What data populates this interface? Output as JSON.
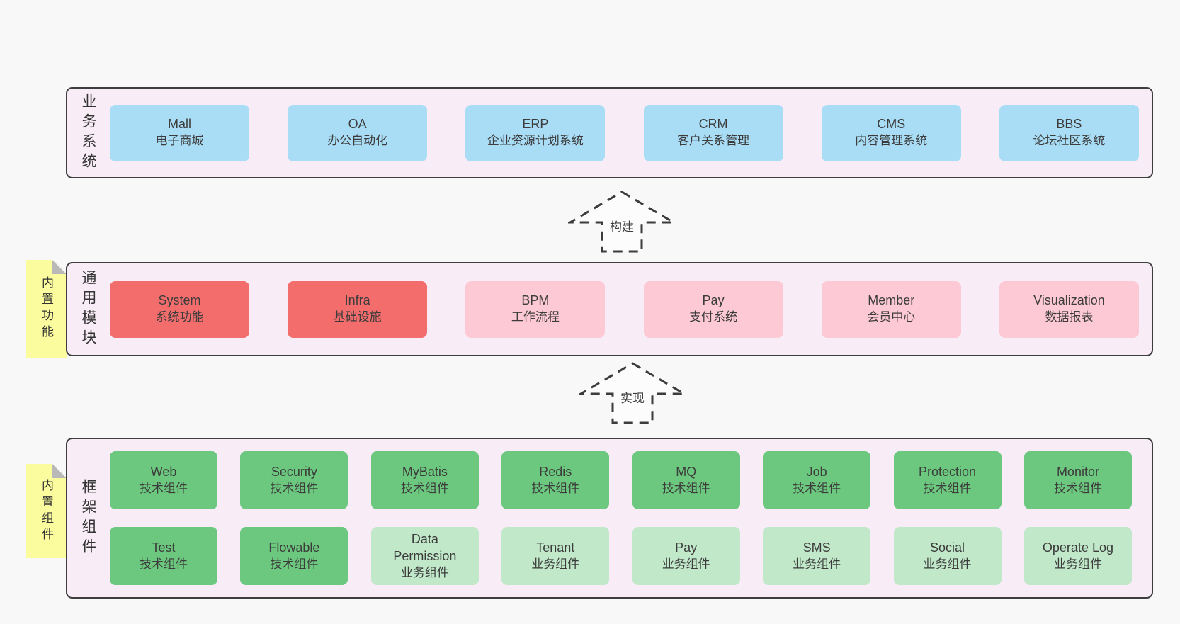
{
  "colors": {
    "page_bg": "#f8f8f8",
    "band_bg": "#f8edf6",
    "band_border": "#3e3e3e",
    "blue_box": "#a9ddf6",
    "red_box": "#f36d6d",
    "pink_box": "#fcc9d4",
    "green_box": "#6cc87e",
    "green_light_box": "#c0e8c9",
    "sticky_yellow": "#fbfc9d",
    "sticky_fold": "#b9b9b9",
    "text": "#3c3c3c"
  },
  "arrows": [
    {
      "label": "构建"
    },
    {
      "label": "实现"
    }
  ],
  "bands": [
    {
      "label": "业务系统",
      "boxes": [
        {
          "en": "Mall",
          "zh": "电子商城",
          "type": "blue"
        },
        {
          "en": "OA",
          "zh": "办公自动化",
          "type": "blue"
        },
        {
          "en": "ERP",
          "zh": "企业资源计划系统",
          "type": "blue"
        },
        {
          "en": "CRM",
          "zh": "客户关系管理",
          "type": "blue"
        },
        {
          "en": "CMS",
          "zh": "内容管理系统",
          "type": "blue"
        },
        {
          "en": "BBS",
          "zh": "论坛社区系统",
          "type": "blue"
        }
      ]
    },
    {
      "label": "通用模块",
      "sticky": "内置功能",
      "boxes": [
        {
          "en": "System",
          "zh": "系统功能",
          "type": "red"
        },
        {
          "en": "Infra",
          "zh": "基础设施",
          "type": "red"
        },
        {
          "en": "BPM",
          "zh": "工作流程",
          "type": "pink"
        },
        {
          "en": "Pay",
          "zh": "支付系统",
          "type": "pink"
        },
        {
          "en": "Member",
          "zh": "会员中心",
          "type": "pink"
        },
        {
          "en": "Visualization",
          "zh": "数据报表",
          "type": "pink"
        }
      ]
    },
    {
      "label": "框架组件",
      "sticky": "内置组件",
      "rows": [
        [
          {
            "en": "Web",
            "zh": "技术组件",
            "type": "green"
          },
          {
            "en": "Security",
            "zh": "技术组件",
            "type": "green"
          },
          {
            "en": "MyBatis",
            "zh": "技术组件",
            "type": "green"
          },
          {
            "en": "Redis",
            "zh": "技术组件",
            "type": "green"
          },
          {
            "en": "MQ",
            "zh": "技术组件",
            "type": "green"
          },
          {
            "en": "Job",
            "zh": "技术组件",
            "type": "green"
          },
          {
            "en": "Protection",
            "zh": "技术组件",
            "type": "green"
          },
          {
            "en": "Monitor",
            "zh": "技术组件",
            "type": "green"
          }
        ],
        [
          {
            "en": "Test",
            "zh": "技术组件",
            "type": "green"
          },
          {
            "en": "Flowable",
            "zh": "技术组件",
            "type": "green"
          },
          {
            "en": "Data Permission",
            "zh": "业务组件",
            "type": "green-light"
          },
          {
            "en": "Tenant",
            "zh": "业务组件",
            "type": "green-light"
          },
          {
            "en": "Pay",
            "zh": "业务组件",
            "type": "green-light"
          },
          {
            "en": "SMS",
            "zh": "业务组件",
            "type": "green-light"
          },
          {
            "en": "Social",
            "zh": "业务组件",
            "type": "green-light"
          },
          {
            "en": "Operate Log",
            "zh": "业务组件",
            "type": "green-light"
          }
        ]
      ]
    }
  ]
}
